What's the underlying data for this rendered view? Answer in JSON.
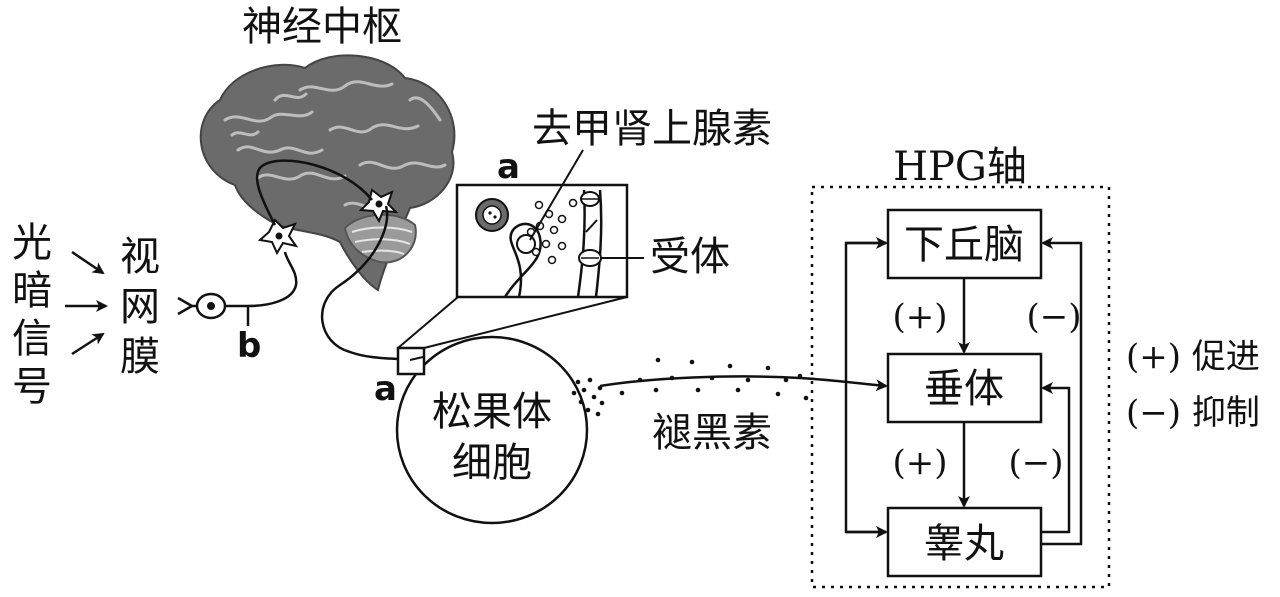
{
  "labels": {
    "nerve_center": "神经中枢",
    "norepinephrine": "去甲肾上腺素",
    "receptor": "受体",
    "retina": "视网膜",
    "light_signal": "光暗信号",
    "pineal_cell": [
      "松果体",
      "细胞"
    ],
    "melatonin": "褪黑素",
    "hpg_axis": "HPG轴",
    "hypothalamus": "下丘脑",
    "pituitary": "垂体",
    "testis": "睾丸",
    "point_a_top": "a",
    "point_a_bottom": "a",
    "point_b": "b"
  },
  "regulation": {
    "hyp_to_pit_sign": "(+)",
    "pit_to_testis_sign": "(+)",
    "testis_to_hyp_sign": "(−)",
    "testis_to_pit_sign": "(−)"
  },
  "legend": {
    "promote": "(+) 促进",
    "inhibit": "(−) 抑制"
  }
}
